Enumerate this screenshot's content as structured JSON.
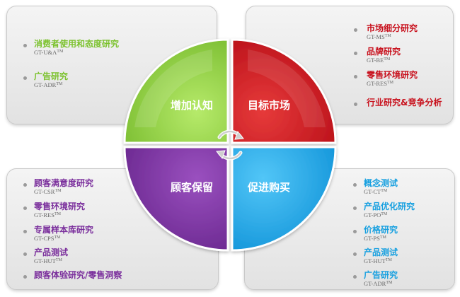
{
  "quadrants": {
    "tl": {
      "label": "增加认知",
      "color": "#8fd13a"
    },
    "tr": {
      "label": "目标市场",
      "color": "#d0101c"
    },
    "bl": {
      "label": "顾客保留",
      "color": "#7b2f9e"
    },
    "br": {
      "label": "促进购买",
      "color": "#1aa8ec"
    }
  },
  "panels": {
    "tl": {
      "items": [
        {
          "label": "消费者使用和态度研究",
          "code": "GT-U&A",
          "tm": "TM"
        },
        {
          "label": "广告研究",
          "code": "GT-ADR",
          "tm": "TM"
        }
      ]
    },
    "tr": {
      "items": [
        {
          "label": "市场细分研究",
          "code": "GT-MS",
          "tm": "TM"
        },
        {
          "label": "品牌研究",
          "code": "GT-BE",
          "tm": "TM"
        },
        {
          "label": "零售环境研究",
          "code": "GT-RES",
          "tm": "TM"
        },
        {
          "label": "行业研究&竞争分析",
          "code": "",
          "tm": ""
        }
      ]
    },
    "bl": {
      "items": [
        {
          "label": "顾客满意度研究",
          "code": "GT-CSR",
          "tm": "TM"
        },
        {
          "label": "零售环境研究",
          "code": "GT-RES",
          "tm": "TM"
        },
        {
          "label": "专属样本库研究",
          "code": "GT-CPS",
          "tm": "TM"
        },
        {
          "label": "产品测试",
          "code": "GT-HUT",
          "tm": "TM"
        },
        {
          "label": "顾客体验研究/零售洞察",
          "code": "",
          "tm": ""
        }
      ]
    },
    "br": {
      "items": [
        {
          "label": "概念测试",
          "code": "GT-CT",
          "tm": "TM"
        },
        {
          "label": "产品优化研究",
          "code": "GT-PO",
          "tm": "TM"
        },
        {
          "label": "价格研究",
          "code": "GT-PS",
          "tm": "TM"
        },
        {
          "label": "产品测试",
          "code": "GT-HUT",
          "tm": "TM"
        },
        {
          "label": "广告研究",
          "code": "GT-ADR",
          "tm": "TM"
        }
      ]
    }
  }
}
